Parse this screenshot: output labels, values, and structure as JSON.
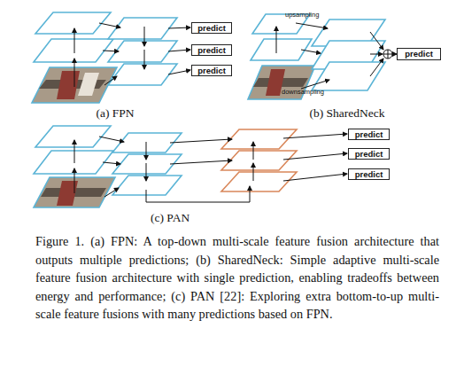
{
  "diagram": {
    "caption": "Figure 1. (a) FPN: A top-down multi-scale feature fusion architecture that outputs multiple predictions; (b) SharedNeck: Simple adaptive multi-scale feature fusion architecture with single prediction, enabling tradeoffs between energy and performance; (c) PAN [22]: Exploring extra bottom-to-up multi-scale feature fusions with many predictions based on FPN.",
    "nodes": [
      {
        "text": [
          "predict"
        ]
      },
      {
        "text": [
          "predict"
        ]
      },
      {
        "text": [
          "predict"
        ]
      },
      {
        "text": [
          "predict"
        ]
      },
      {
        "text": [
          "predict"
        ]
      },
      {
        "text": [
          "predict"
        ]
      },
      {
        "text": [
          "predict"
        ]
      }
    ],
    "labels": [
      "upsampling",
      "downsampling",
      "(a) FPN",
      "(b) SharedNeck",
      "(c) PAN"
    ]
  }
}
